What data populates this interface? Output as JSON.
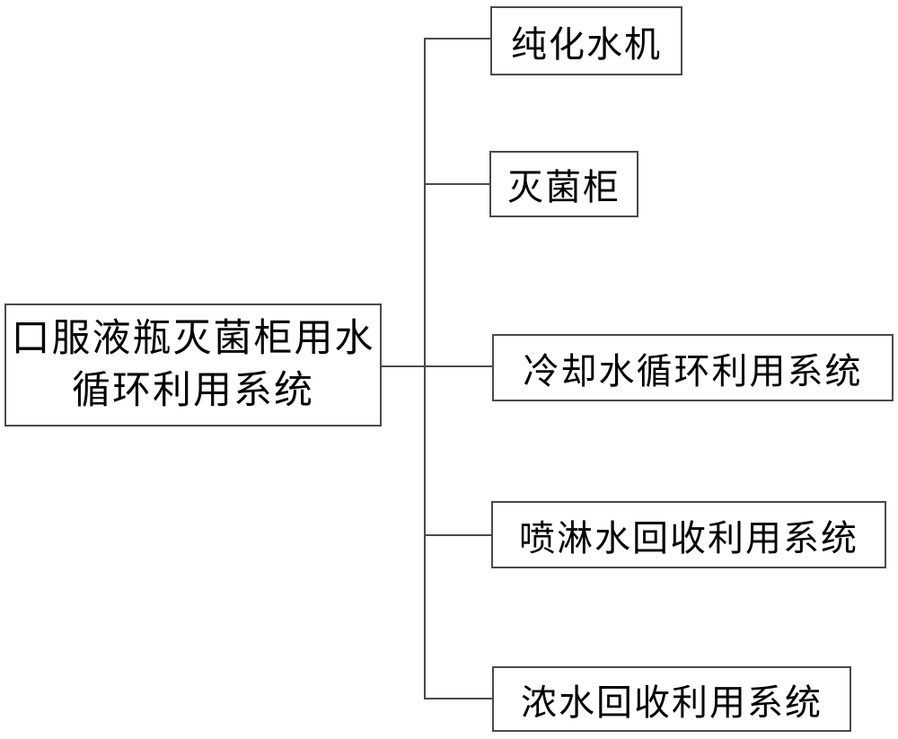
{
  "diagram": {
    "root": {
      "label": "口服液瓶灭菌柜用水循环利用系统",
      "line1": "口服液瓶灭菌柜用水",
      "line2": "循环利用系统"
    },
    "children": [
      {
        "label": "纯化水机"
      },
      {
        "label": "灭菌柜"
      },
      {
        "label": "冷却水循环利用系统"
      },
      {
        "label": "喷淋水回收利用系统"
      },
      {
        "label": "浓水回收利用系统"
      }
    ],
    "colors": {
      "line": "#4a4a4a",
      "border": "#4a4a4a",
      "text": "#000000",
      "background": "#ffffff"
    }
  }
}
